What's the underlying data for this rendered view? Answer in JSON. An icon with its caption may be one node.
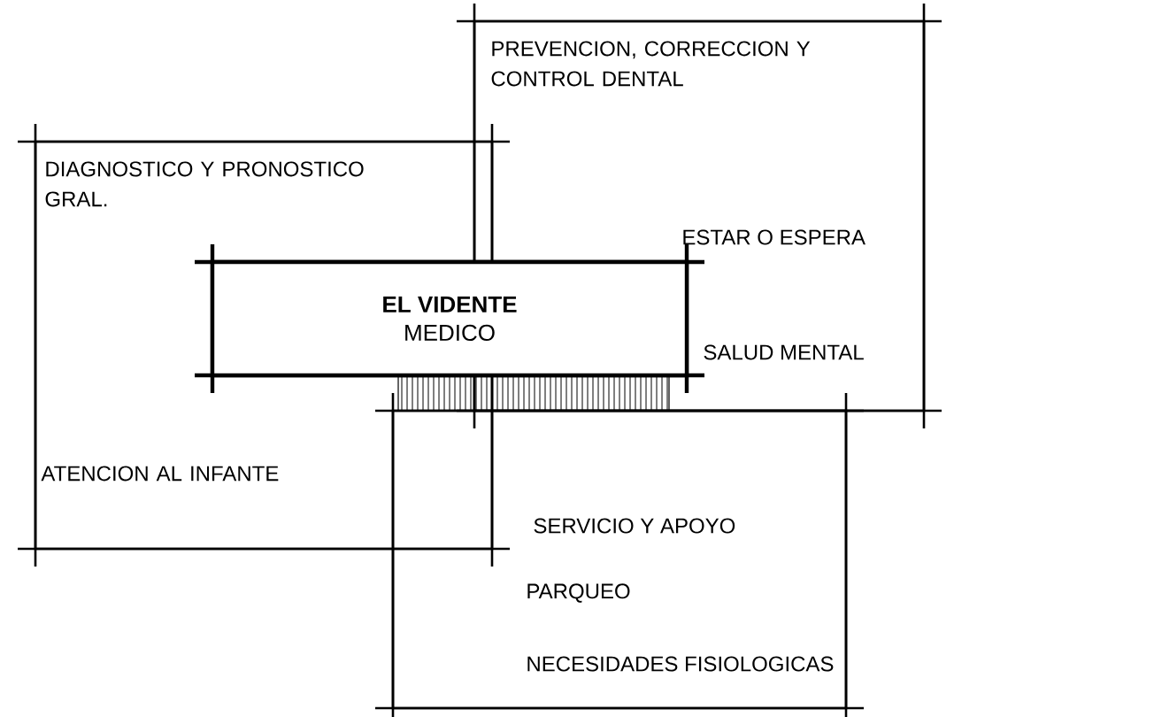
{
  "diagram": {
    "nodes": [
      {
        "text": [
          "DIAGNOSTICO Y PRONOSTICO GRAL.",
          "ATENCION AL INFANTE"
        ]
      },
      {
        "text": [
          "PREVENCION, CORRECCION Y CONTROL DENTAL",
          "ESTAR O ESPERA",
          "SALUD MENTAL"
        ]
      },
      {
        "text": [
          "SERVICIO Y APOYO",
          "PARQUEO",
          "NECESIDADES FISIOLOGICAS"
        ]
      },
      {
        "text": [
          "**EL VIDENTE** MEDICO"
        ]
      }
    ],
    "edges": []
  }
}
